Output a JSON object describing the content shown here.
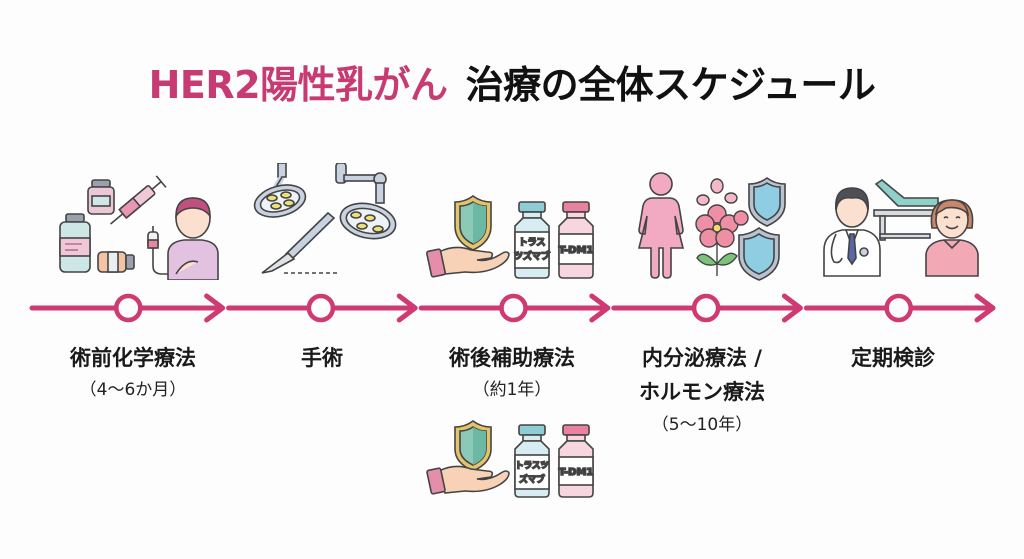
{
  "title": {
    "accent": "HER2陽性乳がん",
    "rest": "治療の全体スケジュール"
  },
  "colors": {
    "accent": "#c83a72",
    "timeline": "#cf3a72",
    "background": "#fdfdfd",
    "text": "#1a1a1a"
  },
  "stages": [
    {
      "label": "術前化学療法",
      "sub": "（4〜6か月）",
      "icon": "chemotherapy-icon"
    },
    {
      "label": "手術",
      "sub": "",
      "icon": "surgery-icon"
    },
    {
      "label": "術後補助療法",
      "sub": "（約1年）",
      "icon": "adjuvant-therapy-icon"
    },
    {
      "label_lines": [
        "内分泌療法 /",
        "ホルモン療法"
      ],
      "sub": "（5〜10年）",
      "icon": "hormone-therapy-icon"
    },
    {
      "label": "定期検診",
      "sub": "",
      "icon": "checkup-icon"
    }
  ],
  "vials": {
    "trastuzumab_top": [
      "トラス",
      "ツズマブ"
    ],
    "trastuzumab_bottom": [
      "トラスツ",
      "ズマブ"
    ],
    "tdm1": "T-DM1"
  }
}
